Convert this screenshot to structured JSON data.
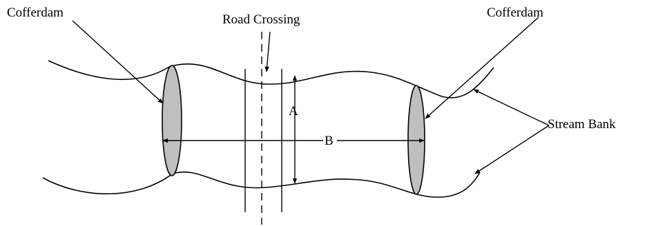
{
  "diagram": {
    "labels": {
      "cofferdam_left": "Cofferdam",
      "road_crossing": "Road Crossing",
      "cofferdam_right": "Cofferdam",
      "stream_bank": "Stream Bank",
      "dimension_a": "A",
      "dimension_b": "B"
    },
    "colors": {
      "line": "#000000",
      "cofferdam_fill": "#bfbfbf",
      "background": "#ffffff"
    }
  }
}
